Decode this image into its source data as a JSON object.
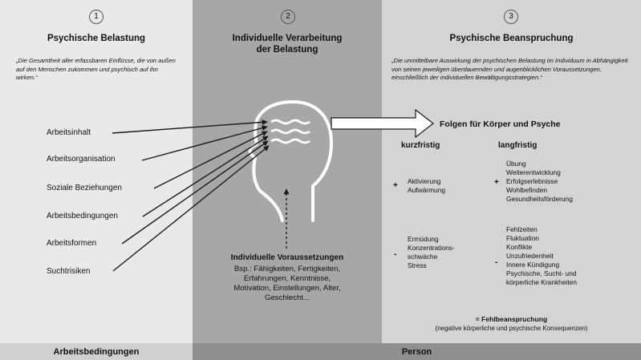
{
  "columns": [
    {
      "number": "1",
      "title": "Psychische Belastung",
      "quote": "„Die Gesamtheit aller erfassbaren Einflüsse, die von außen auf den Menschen zukommen und psychisch auf ihn wirken.“"
    },
    {
      "number": "2",
      "title_line1": "Individuelle Verarbeitung",
      "title_line2": "der Belastung"
    },
    {
      "number": "3",
      "title": "Psychische Beanspruchung",
      "quote": "„Die unmittelbare Auswirkung der psychischen Belastung im Individuum in Abhängigkeit von seinen jeweiligen überdauernden und augenblicklichen Voraussetzungen, einschließlich der individuellen Bewältigungsstrategien.“"
    }
  ],
  "factors": [
    "Arbeitsinhalt",
    "Arbeitsorganisation",
    "Soziale Beziehungen",
    "Arbeitsbedingungen",
    "Arbeitsformen",
    "Suchtrisiken"
  ],
  "preconditions": {
    "title": "Individuelle Voraussetzungen",
    "line1": "Bsp.: Fähigkeiten, Fertigkeiten,",
    "line2": "Erfahrungen, Kenntnisse,",
    "line3": "Motivation, Einstellungen, Alter,",
    "line4": "Geschlecht..."
  },
  "consequences": {
    "title": "Folgen für Körper und Psyche",
    "short_label": "kurzfristig",
    "long_label": "langfristig",
    "plus_sign": "+",
    "minus_sign": "-",
    "short_positive": [
      "Aktivierung",
      "Aufwärmung"
    ],
    "long_positive": [
      "Übung",
      "Weiterentwicklung",
      "Erfolgserlebnisse",
      "Wohlbefinden",
      "Gesundheitsförderung"
    ],
    "short_negative": [
      "Ermüdung",
      "Konzentrations-",
      "schwäche",
      "Stress"
    ],
    "long_negative": [
      "Fehlzeiten",
      "Fluktuation",
      "Konflikte",
      "Unzufriedenheit",
      "Innere Kündigung",
      "Psychische, Sucht- und",
      "körperliche Krankheiten"
    ],
    "footnote_title": "= Fehlbeanspruchung",
    "footnote_text": "(negative körperliche und psychische Konsequenzen)"
  },
  "footer": {
    "left": "Arbeitsbedingungen",
    "right": "Person"
  }
}
